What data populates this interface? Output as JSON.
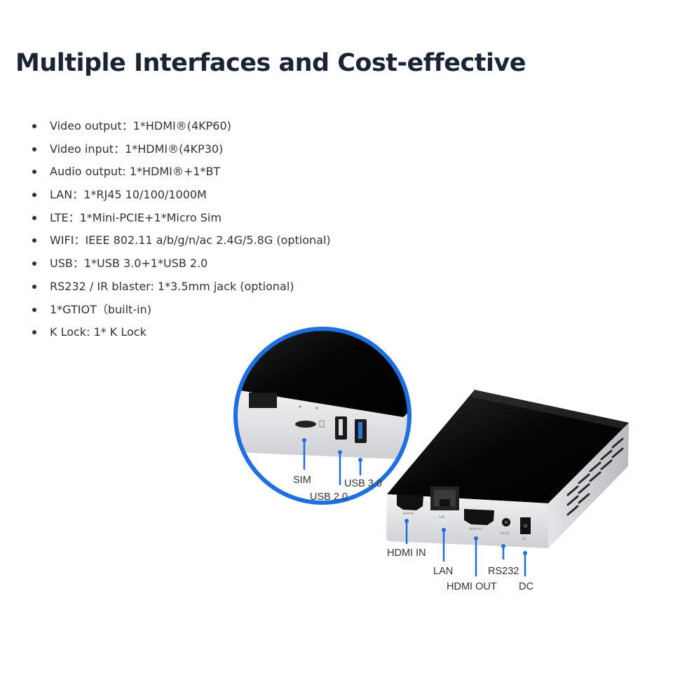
{
  "page": {
    "title": "Multiple Interfaces and Cost-effective",
    "specs": [
      "Video output：1*HDMI®(4KP60)",
      "Video input：1*HDMI®(4KP30)",
      "Audio output: 1*HDMI®+1*BT",
      "LAN：1*RJ45 10/100/1000M",
      "LTE：1*Mini-PCIE+1*Micro Sim",
      "WIFI：IEEE 802.11 a/b/g/n/ac 2.4G/5.8G (optional)",
      "USB：1*USB 3.0+1*USB 2.0",
      "RS232 / IR blaster: 1*3.5mm jack (optional)",
      "1*GTIOT（built-in)",
      "K Lock: 1* K Lock"
    ]
  },
  "callouts": {
    "sim": "SIM",
    "usb2": "USB 2.0",
    "usb3": "USB 3.0",
    "hdmi_in": "HDMI IN",
    "lan": "LAN",
    "hdmi_out": "HDMI OUT",
    "rs232": "RS232",
    "dc": "DC"
  },
  "port_markings": {
    "hdmi_in": "HDMI IN",
    "lan": "LAN",
    "hdmi_out": "HDMI OUT",
    "rs232": "RS232",
    "dc": "DC"
  },
  "colors": {
    "accent": "#1e6fe0",
    "title": "#1b2434",
    "text": "#333333"
  }
}
